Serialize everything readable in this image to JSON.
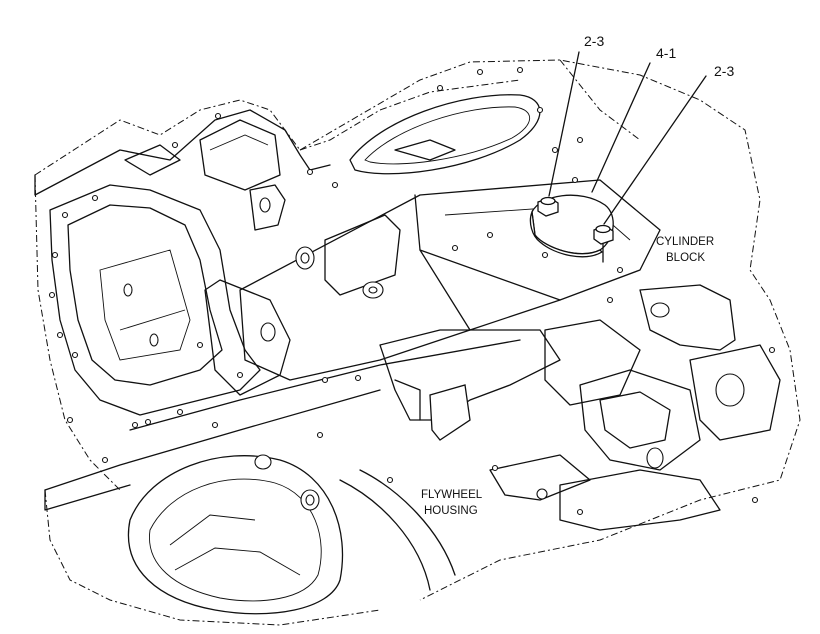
{
  "callouts": {
    "left": "2-3",
    "middle": "4-1",
    "right": "2-3"
  },
  "zones": {
    "cylinder_block_line1": "CYLINDER",
    "cylinder_block_line2": "BLOCK",
    "flywheel_housing_line1": "FLYWHEEL",
    "flywheel_housing_line2": "HOUSING"
  }
}
